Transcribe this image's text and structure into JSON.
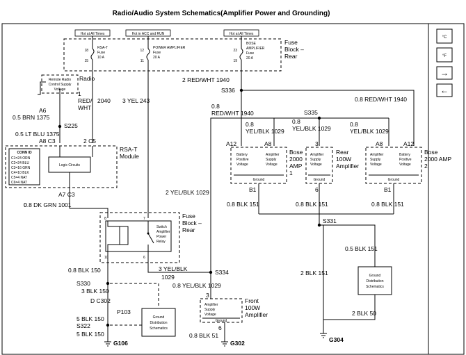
{
  "title": "Radio/Audio System Schematics(Amplifier Power and Grounding)",
  "side_buttons": {
    "b1": "°C",
    "b2": "°F",
    "next_arrow": "→",
    "prev_arrow": "←"
  },
  "fuse_block_top": {
    "hot_all_times_1": "Hot at All Times",
    "hot_acc_run": "Hot in ACC and RUN",
    "hot_all_times_2": "Hot at All Times",
    "label": [
      "Fuse",
      "Block –",
      "Rear"
    ],
    "fuse1": {
      "pin_top": "18",
      "pin_bot": "15",
      "name": [
        "RSA-T",
        "Fuse",
        "10 A"
      ]
    },
    "fuse2": {
      "pin_top": "12",
      "pin_bot": "11",
      "name": [
        "POWER AMPLIFIER",
        "Fuse",
        "20 A"
      ]
    },
    "fuse3": {
      "pin_top": "23",
      "pin_bot": "19",
      "name": [
        "BOSE",
        "AMPLIFIER",
        "Fuse",
        "20 A"
      ]
    }
  },
  "wires": {
    "w2040": [
      "1",
      "RED/",
      "WHT",
      "2040"
    ],
    "w243": "3 YEL  243",
    "w1940_top": "2 RED/WHT  1940",
    "s336": "S336",
    "w1940_right": "0.8 RED/WHT  1940",
    "w1940_left": [
      "0.8",
      "RED/WHT  1940"
    ],
    "s335": "S335",
    "w1029_a": [
      "0.8",
      "YEL/BLK  1029"
    ],
    "w1029_b": [
      "0.8",
      "YEL/BLK  1029"
    ],
    "w1029_c": [
      "0.8",
      "YEL/BLK  1029"
    ],
    "w1029_mid": "2 YEL/BLK  1029",
    "w1375_a": [
      "A6",
      "0.5 BRN  1375"
    ],
    "s225": "S225",
    "w1375_b": [
      "0.5 LT BLU  1375",
      "A8  C3"
    ],
    "c5": "2  C5",
    "a7c3": "A7  C3",
    "w1001": "0.8 DK GRN  1001",
    "w150_a": "0.8 BLK  150",
    "w1029_rel": [
      "3 YEL/BLK",
      "1029"
    ],
    "s334": "S334",
    "w1029_front": "0.8 YEL/BLK  1029",
    "pin3_front": "3",
    "s330": "S330",
    "w150_b": "3 BLK  150",
    "c302": "D  C302",
    "p103": "P103",
    "w150_c": "5 BLK  150",
    "s322": "S322",
    "w150_d": "5 BLK  150",
    "g106": "G106",
    "w51": "0.8 BLK  51",
    "pin6_front": "6",
    "g302": "G302",
    "w151_a": "0.8 BLK  151",
    "w151_b": "0.8 BLK  151",
    "w151_c": "0.8 BLK  151",
    "s331": "S331",
    "w151_d": "0.5 BLK  151",
    "w151_e": "2 BLK  151",
    "w50": "2 BLK  50",
    "g304": "G304"
  },
  "radio": {
    "supply": [
      "Remote Radio",
      "Control Supply",
      "Voltage"
    ],
    "label": "Radio"
  },
  "rsa": {
    "label": [
      "RSA-T",
      "Module"
    ],
    "conn_id": [
      "CONN ID",
      "C1=24 ORN",
      "C2=24 BLU",
      "C3=16 GRN",
      "C4=10 BLK",
      "C5=4 NAT",
      "C6=4 NAT"
    ],
    "logic": "Logic Circuits"
  },
  "relay_block": {
    "label": [
      "Fuse",
      "Block –",
      "Rear"
    ],
    "pin8": "8",
    "pin7": "7",
    "pin10": "10",
    "pin6": "6",
    "relay": [
      "Switch",
      "Amplifier",
      "Power",
      "Relay"
    ]
  },
  "amp1": {
    "pins": [
      "A12",
      "A8"
    ],
    "text1": [
      "Battery",
      "Positive",
      "Voltage"
    ],
    "text2": [
      "Amplifier",
      "Supply",
      "Voltage"
    ],
    "ground": "Ground",
    "pinb": "B1",
    "label": [
      "Bose",
      "2000",
      "AMP",
      "1"
    ]
  },
  "amp_rear": {
    "pin": "3",
    "text": [
      "Amplifier",
      "Supply",
      "Voltage"
    ],
    "ground": "Ground",
    "pinb": "6",
    "label": [
      "Rear",
      "100W",
      "Amplifier"
    ]
  },
  "amp2": {
    "pins": [
      "A8",
      "A12"
    ],
    "text1": [
      "Amplifier",
      "Supply",
      "Voltage"
    ],
    "text2": [
      "Battery",
      "Positive",
      "Voltage"
    ],
    "ground": "Ground",
    "pinb": "B1",
    "label": [
      "Bose",
      "2000 AMP",
      "2"
    ]
  },
  "front_amp": {
    "text": [
      "Amplifier",
      "Supply",
      "Voltage"
    ],
    "ground": "Ground",
    "label": [
      "Front",
      "100W",
      "Amplifier"
    ]
  },
  "gnd_dist_1": [
    "Ground",
    "Distribution",
    "Schematics"
  ],
  "gnd_dist_2": [
    "Ground",
    "Distribution",
    "Schematics"
  ]
}
